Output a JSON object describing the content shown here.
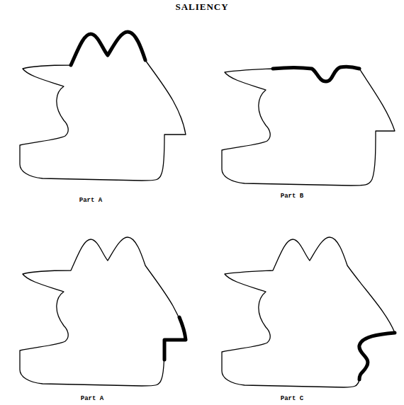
{
  "diagram": {
    "title": "SALIENCY",
    "labels": [
      "Part A",
      "Part B",
      "Part A",
      "Part C"
    ]
  }
}
